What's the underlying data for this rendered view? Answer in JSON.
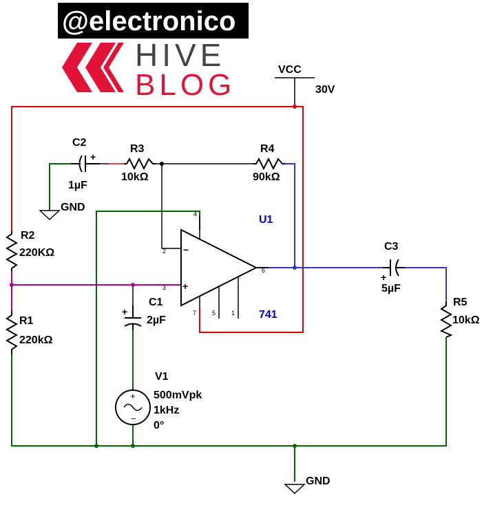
{
  "logo": {
    "handle": "@electronico",
    "brand": "HIVE",
    "subtitle": "BLOG",
    "colors": {
      "bar": "#000000",
      "brand": "#444444",
      "subtitle": "#e31337",
      "mark": "#e31337"
    }
  },
  "colors": {
    "supply": "#dd0000",
    "ground": "#006600",
    "output": "#3333cc",
    "input": "#aa0088",
    "wire": "#000000"
  },
  "supply": {
    "name": "VCC",
    "value": "30V"
  },
  "ground": {
    "top_label": "GND",
    "bottom_label": "GND"
  },
  "opamp": {
    "ref": "U1",
    "model": "741",
    "pins": {
      "inv": "2",
      "noninv": "3",
      "out": "6",
      "vplus": "4",
      "vminus": "7",
      "null1": "5",
      "null2": "1"
    },
    "minus_sign": "−",
    "plus_sign": "+"
  },
  "components": {
    "C2": {
      "ref": "C2",
      "value": "1µF"
    },
    "R3": {
      "ref": "R3",
      "value": "10kΩ"
    },
    "R4": {
      "ref": "R4",
      "value": "90kΩ"
    },
    "R2": {
      "ref": "R2",
      "value": "220KΩ"
    },
    "R1": {
      "ref": "R1",
      "value": "220kΩ"
    },
    "C1": {
      "ref": "C1",
      "value": "2µF"
    },
    "C3": {
      "ref": "C3",
      "value": "5µF"
    },
    "R5": {
      "ref": "R5",
      "value": "10kΩ"
    },
    "V1": {
      "ref": "V1",
      "amplitude": "500mVpk",
      "frequency": "1kHz",
      "phase": "0°"
    }
  }
}
